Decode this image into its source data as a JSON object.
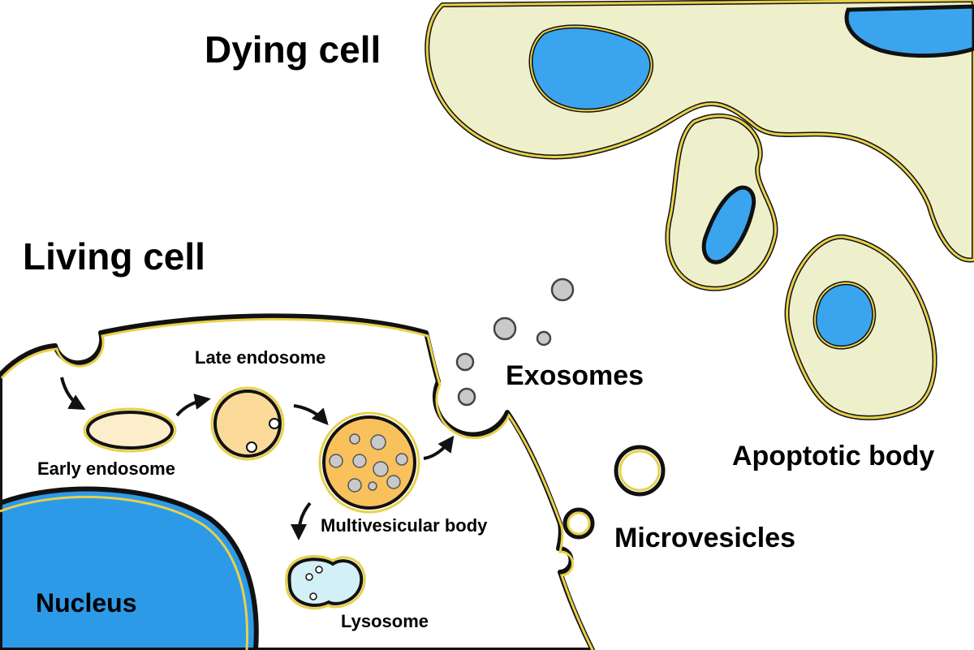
{
  "labels": {
    "dying_cell": "Dying cell",
    "living_cell": "Living cell",
    "late_endosome": "Late endosome",
    "early_endosome": "Early endosome",
    "multivesicular_body": "Multivesicular body",
    "lysosome": "Lysosome",
    "nucleus": "Nucleus",
    "exosomes": "Exosomes",
    "microvesicles": "Microvesicles",
    "apoptotic_body": "Apoptotic body"
  },
  "colors": {
    "membrane_yellow": "#e8d04a",
    "dying_cytoplasm": "#eef0cc",
    "nucleus_blue": "#3aa5ee",
    "nucleus_blue_dark": "#2290e0",
    "early_endosome_fill": "#fdeecb",
    "late_endosome_fill": "#fbd998",
    "mvb_fill": "#f8c15c",
    "lysosome_fill": "#d3f0f6",
    "vesicle_gray": "#c9c9c9",
    "outline": "#111111"
  }
}
